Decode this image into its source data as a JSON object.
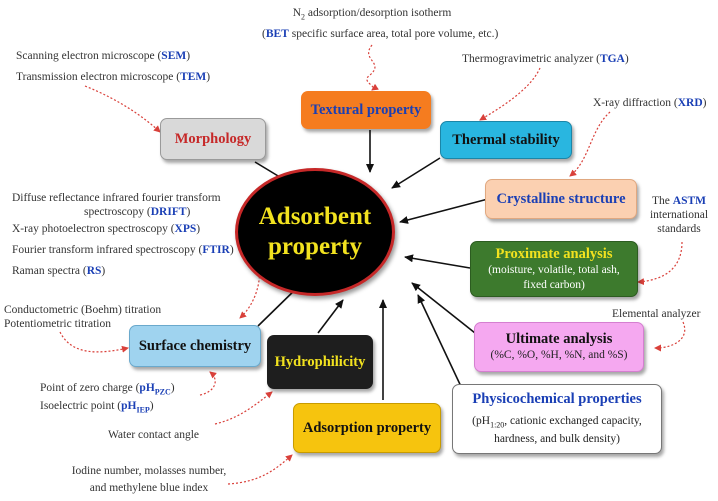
{
  "hub": {
    "line1": "Adsorbent",
    "line2": "property"
  },
  "boxes": {
    "textural": {
      "title": "Textural property"
    },
    "thermal": {
      "title": "Thermal stability"
    },
    "morphology": {
      "title": "Morphology"
    },
    "crystalline": {
      "title": "Crystalline structure"
    },
    "proximate": {
      "title": "Proximate analysis",
      "sub1": "(moisture, volatile, total ash,",
      "sub2": "fixed carbon)"
    },
    "ultimate": {
      "title": "Ultimate analysis",
      "sub1": "(%C, %O, %H, %N, and %S)"
    },
    "physicochemical": {
      "title": "Physicochemical properties",
      "sub1": "(pH",
      "sub1_sub": "1:20",
      "sub1_rest": ", cationic exchanged capacity,",
      "sub2": "hardness, and bulk density)"
    },
    "surface": {
      "title": "Surface chemistry"
    },
    "hydrophilicity": {
      "title": "Hydrophilicity"
    },
    "adsorption": {
      "title": "Adsorption property"
    }
  },
  "labels": {
    "n2_line1_pre": "N",
    "n2_line1_sub": "2",
    "n2_line1_rest": " adsorption/desorption isotherm",
    "n2_line2_pre": "(",
    "n2_line2_bold": "BET",
    "n2_line2_rest": " specific surface area, total pore volume, etc.)",
    "sem_pre": "Scanning electron microscope (",
    "sem_bold": "SEM",
    "sem_post": ")",
    "tem_pre": "Transmission electron microscope (",
    "tem_bold": "TEM",
    "tem_post": ")",
    "tga_pre": "Thermogravimetric analyzer (",
    "tga_bold": "TGA",
    "tga_post": ")",
    "xrd_pre": "X-ray diffraction (",
    "xrd_bold": "XRD",
    "xrd_post": ")",
    "astm_pre": "The ",
    "astm_bold": "ASTM",
    "astm_line2": "international",
    "astm_line3": "standards",
    "drift_line1": "Diffuse reflectance infrared fourier transform",
    "drift_line2_pre": "spectroscopy (",
    "drift_line2_bold": "DRIFT",
    "drift_line2_post": ")",
    "xps_pre": "X-ray photoelectron spectroscopy (",
    "xps_bold": "XPS",
    "xps_post": ")",
    "ftir_pre": "Fourier transform infrared spectroscopy (",
    "ftir_bold": "FTIR",
    "ftir_post": ")",
    "rs_pre": "Raman spectra (",
    "rs_bold": "RS",
    "rs_post": ")",
    "boehm": "Conductometric (Boehm) titration",
    "potentio": "Potentiometric titration",
    "elemental": "Elemental analyzer",
    "pzc_pre": "Point of zero charge (",
    "pzc_bold": "pH",
    "pzc_sub": "PZC",
    "pzc_post": ")",
    "iep_pre": "Isoelectric point (",
    "iep_bold": "pH",
    "iep_sub": "IEP",
    "iep_post": ")",
    "water": "Water contact angle",
    "iodine_line1": "Iodine number, molasses number,",
    "iodine_line2": "and methylene blue index"
  },
  "colors": {
    "textural": "#f57c1f",
    "thermal": "#29b6e0",
    "morphology": "#d9d9d9",
    "crystalline": "#fbd0b1",
    "proximate": "#3d7a2d",
    "ultimate": "#f5a8f0",
    "physicochemical": "#ffffff",
    "surface": "#9fd3ef",
    "hydrophilicity": "#1e1e1e",
    "adsorption": "#f6c40e",
    "accent_blue": "#1a3fb5",
    "dotted_red": "#d9403a"
  }
}
